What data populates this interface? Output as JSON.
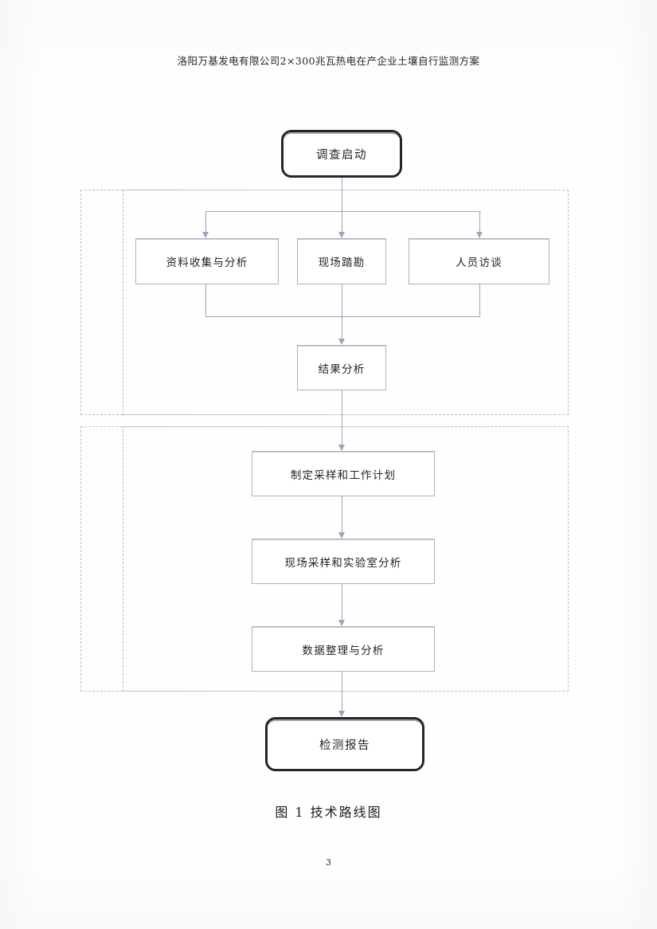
{
  "document": {
    "header_title": "洛阳万基发电有限公司2×300兆瓦热电在产企业土壤自行监测方案",
    "figure_caption": "图 1  技术路线图",
    "page_number": "3"
  },
  "flowchart": {
    "title": "技术路线图",
    "nodes": {
      "start": {
        "label": "调查启动",
        "type": "terminator"
      },
      "data_collection": {
        "label": "资料收集与分析",
        "type": "process"
      },
      "site_survey": {
        "label": "现场踏勘",
        "type": "process"
      },
      "personnel_interview": {
        "label": "人员访谈",
        "type": "process"
      },
      "result_analysis": {
        "label": "结果分析",
        "type": "process"
      },
      "sampling_plan": {
        "label": "制定采样和工作计划",
        "type": "process"
      },
      "field_sampling": {
        "label": "现场采样和实验室分析",
        "type": "process"
      },
      "data_processing": {
        "label": "数据整理与分析",
        "type": "process"
      },
      "report": {
        "label": "检测报告",
        "type": "terminator"
      }
    },
    "groups": [
      {
        "name": "phase-one",
        "label": ""
      },
      {
        "name": "phase-two",
        "label": ""
      }
    ],
    "colors": {
      "terminator_border": "#23262c",
      "process_border": "#a9b2c6",
      "connector": "#9aa4ba",
      "group_border": "#b9c0cf",
      "text": "#1d2026",
      "page_background": "#ffffff"
    }
  }
}
